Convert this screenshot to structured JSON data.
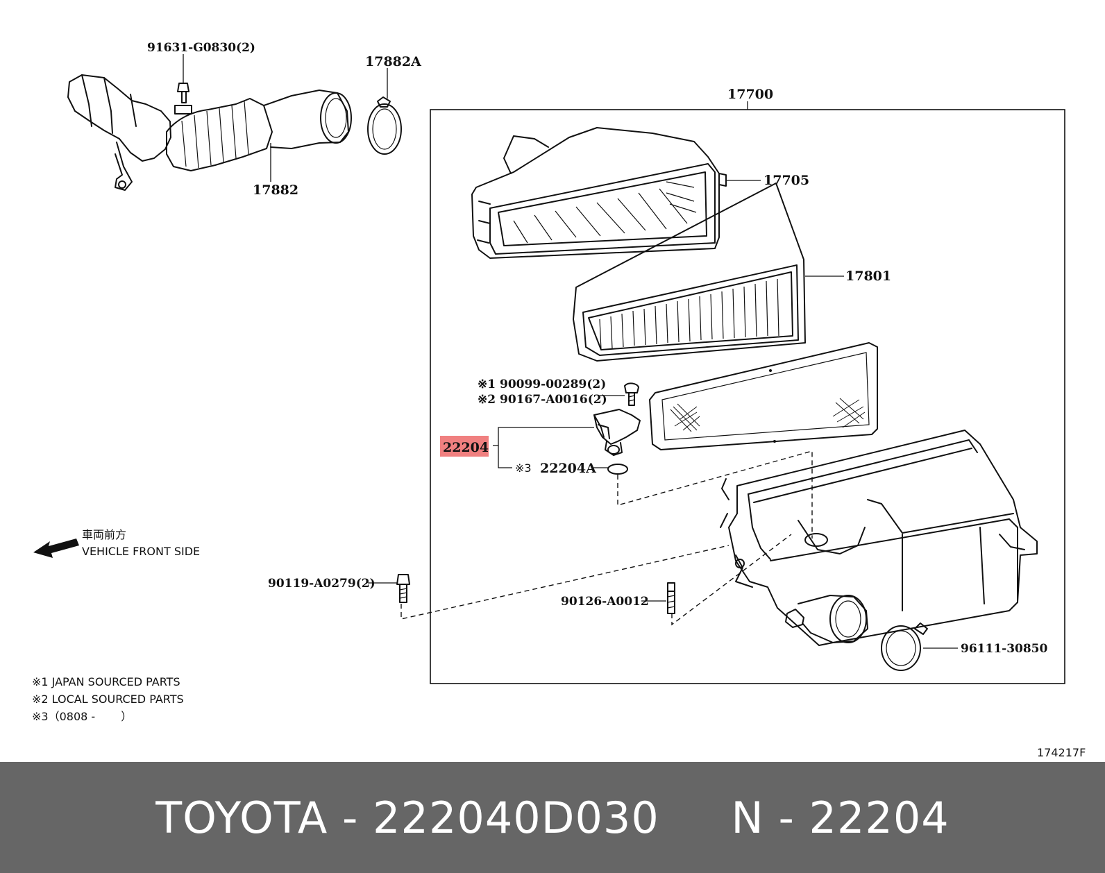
{
  "labels": {
    "p91631": "91631-G0830(2)",
    "p17882A": "17882A",
    "p17882": "17882",
    "p17700": "17700",
    "p17705": "17705",
    "p17801": "17801",
    "n1": "※1 90099-00289(2)",
    "n2": "※2 90167-A0016(2)",
    "p22204": "22204",
    "n3": "※3",
    "p22204A": "22204A",
    "p90119": "90119-A0279(2)",
    "p90126": "90126-A0012",
    "p96111": "96111-30850",
    "fig": "174217F"
  },
  "direction": {
    "jp": "車両前方",
    "en": "VEHICLE FRONT SIDE",
    "icon": "front-arrow-icon"
  },
  "legend": [
    "※1 JAPAN SOURCED PARTS",
    "※2 LOCAL SOURCED PARTS",
    "※3（0808 -　　 ）"
  ],
  "highlight_color": "#f08080",
  "footer": {
    "text": "TOYOTA - 222040D030     N - 22204"
  }
}
